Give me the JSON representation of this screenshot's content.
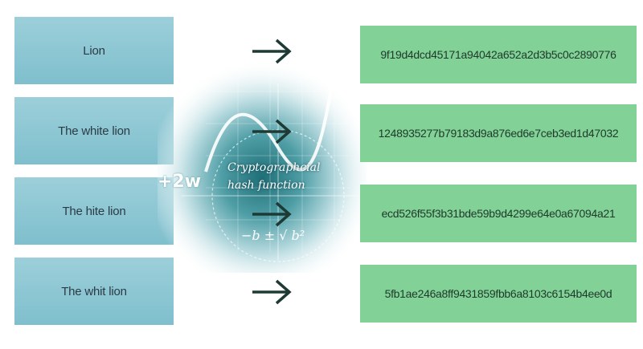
{
  "inputs": [
    {
      "text": "Lion"
    },
    {
      "text": "The white lion"
    },
    {
      "text": "The hite lion"
    },
    {
      "text": "The whit lion"
    }
  ],
  "outputs": [
    {
      "text": "9f19d4dcd45171a94042a652a2d3b5c0c2890776"
    },
    {
      "text": "1248935277b79183d9a876ed6e7ceb3ed1d47032"
    },
    {
      "text": "ecd526f55f3b31bde59b9d4299e64e0a67094a21"
    },
    {
      "text": "5fb1ae246a8ff9431859fbb6a8103c6154b4ee0d"
    }
  ],
  "hash_function": {
    "line1": "Cryptographcial",
    "line2": "hash function",
    "formula_fragment": "+2w",
    "formula_bottom": "−b ± √ b²"
  },
  "colors": {
    "input_box": "#8cc7d4",
    "output_box": "#82d197",
    "arrow": "#1d3b34"
  },
  "icons": {
    "arrow": "right-arrow-icon",
    "visual": "math-graph-image"
  }
}
